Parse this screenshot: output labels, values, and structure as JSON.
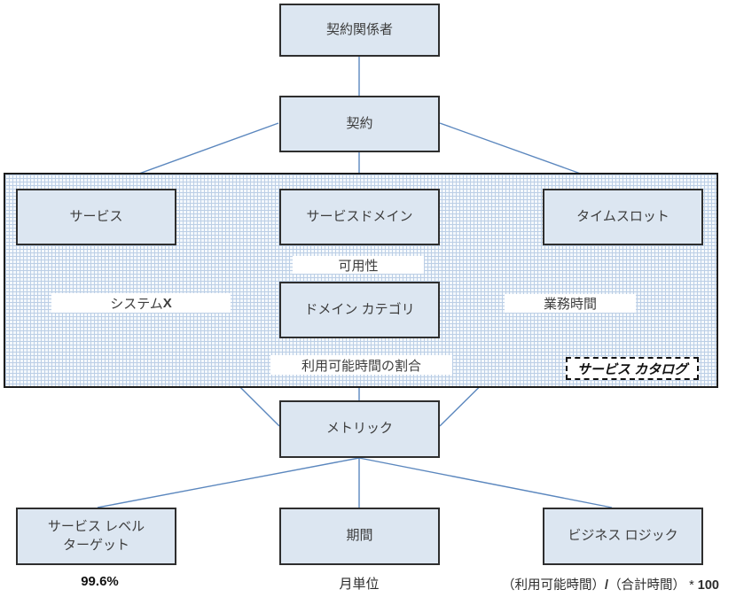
{
  "boxes": {
    "stakeholder": "契約関係者",
    "contract": "契約",
    "service": "サービス",
    "service_domain": "サービスドメイン",
    "time_slot": "タイムスロット",
    "domain_category": "ドメイン カテゴリ",
    "metric": "メトリック",
    "service_level_target": "サービス レベル\nターゲット",
    "period": "期間",
    "business_logic": "ビジネス ロジック"
  },
  "labels": {
    "availability": "可用性",
    "business_hours": "業務時間",
    "available_time_ratio": "利用可能時間の割合",
    "service_catalog": "サービス カタログ",
    "system_x_parts": [
      {
        "t": "システム ",
        "b": false
      },
      {
        "t": "X",
        "b": true
      }
    ]
  },
  "annotations": {
    "slt_value": "99.6%",
    "period_value": "月単位",
    "formula_parts": [
      {
        "t": "（利用可能時間）",
        "b": false
      },
      {
        "t": "/",
        "b": true
      },
      {
        "t": "（合計時間）",
        "b": false
      },
      {
        "t": " * ",
        "b": false
      },
      {
        "t": "100",
        "b": true
      }
    ]
  },
  "colors": {
    "box_fill": "#dce6f1",
    "box_border": "#2e2e2e",
    "connector": "#5b87be",
    "grid_line": "#bccfe6",
    "grid_bg": "#f4f8fc"
  }
}
